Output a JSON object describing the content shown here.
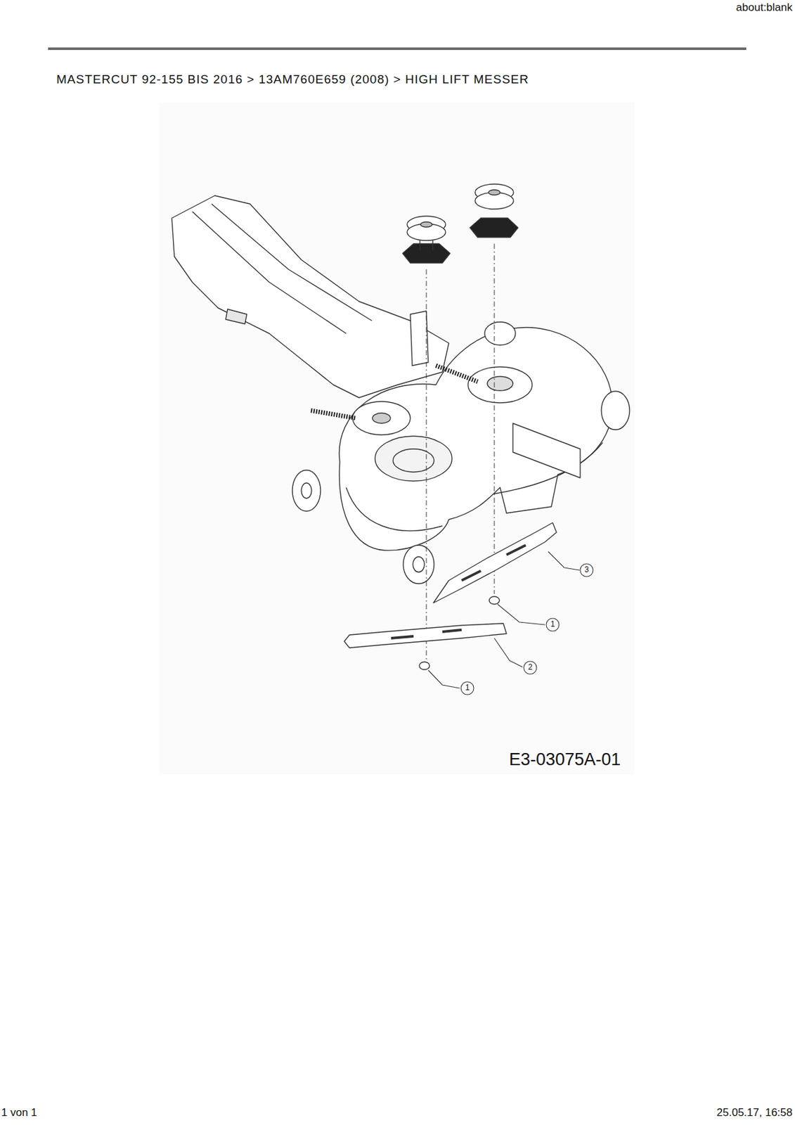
{
  "diagram": {
    "title": "MASTERCUT 92-155 BIS 2016 > 13AM760E659 (2008) > HIGH LIFT MESSER",
    "labels": [
      "about:blank",
      "3",
      "1",
      "2",
      "1",
      "E3-03075A-01",
      "1 von 1",
      "25.05.17, 16:58"
    ]
  }
}
